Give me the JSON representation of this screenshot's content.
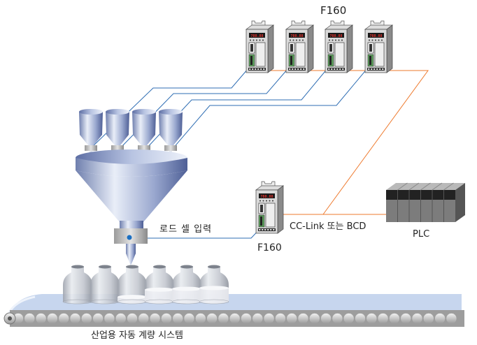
{
  "diagram": {
    "title": "산업용 자동 계량 시스템",
    "labels": {
      "top_controller_group": "F160",
      "bottom_controller": "F160",
      "communication": "CC-Link 또는 BCD",
      "plc": "PLC",
      "load_cell_input": "로드 셀 입력"
    },
    "controller_display_text": "788.88",
    "top_controllers_count": 4,
    "hoppers_count": 4,
    "bottles": [
      {
        "fill": 0
      },
      {
        "fill": 0
      },
      {
        "fill": 0.12
      },
      {
        "fill": 0.3
      },
      {
        "fill": 0.32
      },
      {
        "fill": 0.34
      }
    ],
    "plc_modules_count": 6,
    "colors": {
      "signal_line": "#2e6db3",
      "comm_line": "#ee7a2e",
      "belt": "#c7d6ee",
      "display_bg": "#1a1a1a",
      "display_text": "#e8302a",
      "terminal_green": "#5a9a5a"
    }
  }
}
